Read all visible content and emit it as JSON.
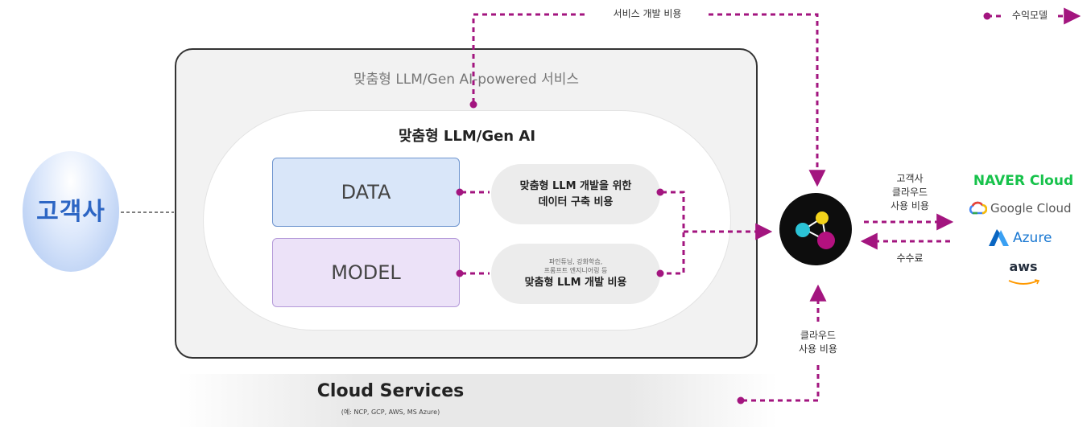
{
  "customer": {
    "label": "고객사"
  },
  "outer": {
    "title": "맞춤형 LLM/Gen AI-powered 서비스"
  },
  "inner": {
    "title": "맞춤형 LLM/Gen AI"
  },
  "data_box": {
    "label": "DATA"
  },
  "model_box": {
    "label": "MODEL"
  },
  "data_cost": {
    "line1": "맞춤형 LLM 개발을 위한",
    "line2": "데이터 구축 비용"
  },
  "model_cost": {
    "sub1": "파인튜닝, 강화학습,",
    "sub2": "프롬프트 엔지니어링 등",
    "main": "맞춤형 LLM 개발 비용"
  },
  "top_label": "서비스 개발 비용",
  "legend": {
    "label": "수익모델"
  },
  "customer_cloud": {
    "line1": "고객사",
    "line2": "클라우드",
    "line3": "사용 비용"
  },
  "fee": "수수료",
  "cloud_usage": {
    "line1": "클라우드",
    "line2": "사용 비용"
  },
  "cloud_services": {
    "title": "Cloud Services",
    "sub": "(예: NCP, GCP, AWS, MS Azure)"
  },
  "providers": {
    "naver": "NAVER Cloud",
    "google": "Google Cloud",
    "azure": "Azure",
    "aws": "aws"
  },
  "colors": {
    "accent": "#a3157f",
    "hub_yellow": "#f2d21b",
    "hub_cyan": "#2bc3d6",
    "hub_magenta": "#b3117f"
  }
}
